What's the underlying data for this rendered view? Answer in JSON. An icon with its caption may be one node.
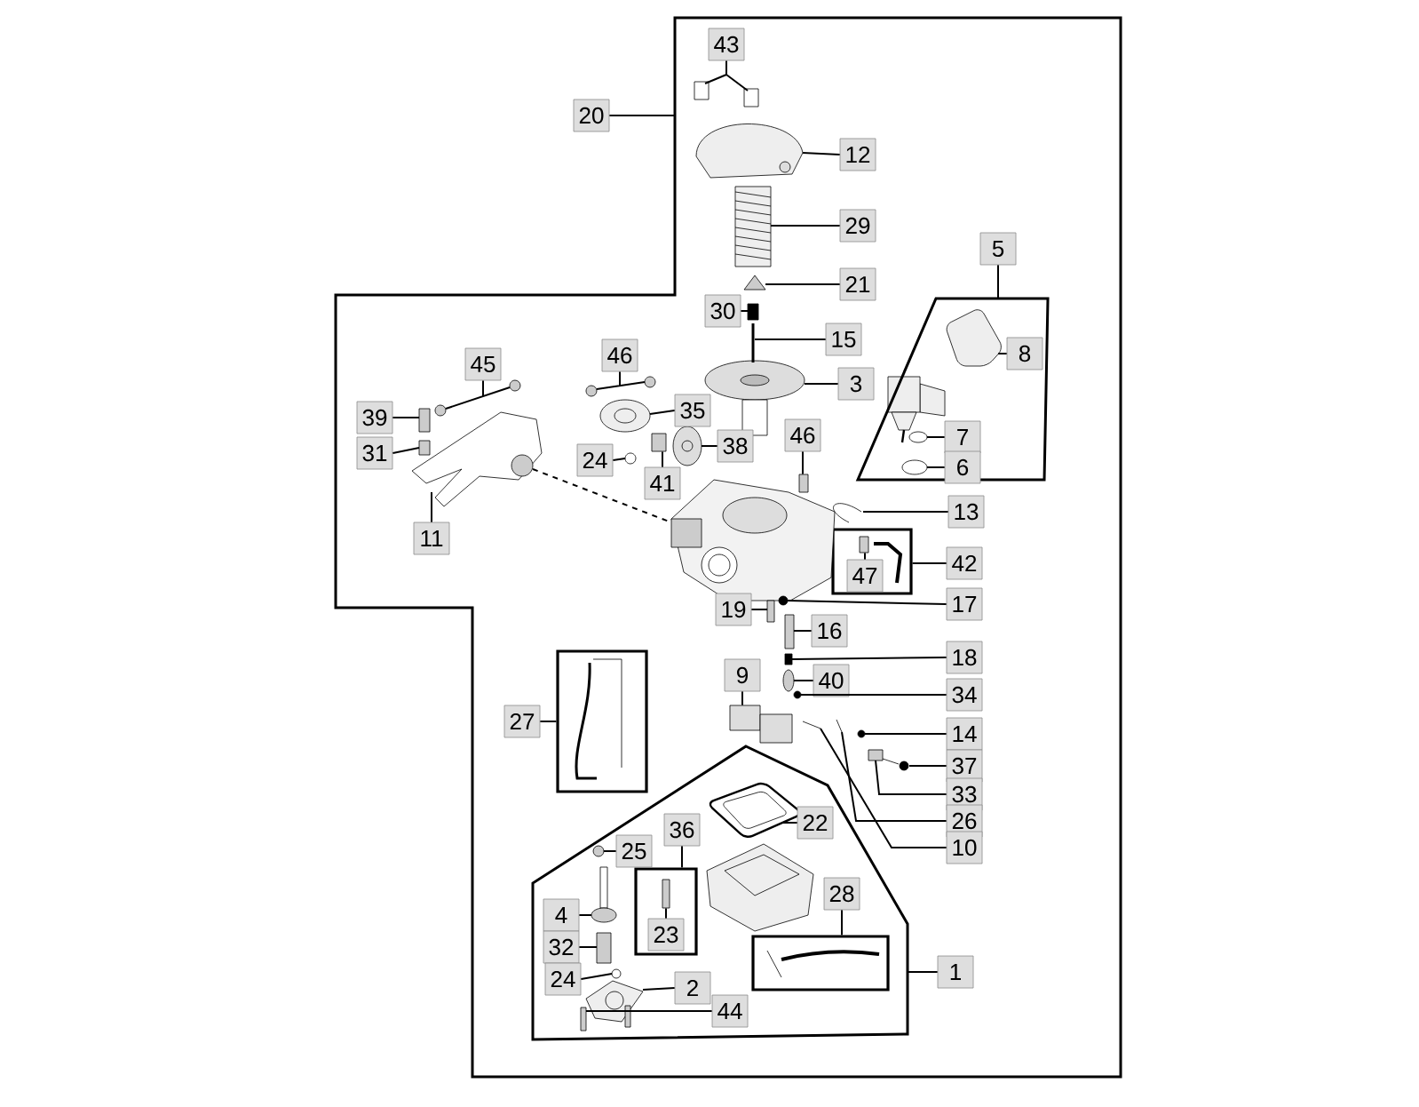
{
  "diagram": {
    "nodes": [
      {
        "text": [],
        "shape": "polygon"
      },
      {
        "text": [
          "20"
        ]
      },
      {
        "text": [
          "43"
        ],
        "in": 0
      },
      {
        "text": [
          "12"
        ],
        "in": 0
      },
      {
        "text": [
          "29"
        ],
        "in": 0
      },
      {
        "text": [
          "5"
        ],
        "in": 0
      },
      {
        "text": [],
        "shape": "polygon",
        "in": 0
      },
      {
        "text": [
          "21"
        ],
        "in": 0
      },
      {
        "text": [
          "30"
        ],
        "in": 0
      },
      {
        "text": [
          "15"
        ],
        "in": 0
      },
      {
        "text": [
          "8"
        ],
        "in": 6
      },
      {
        "text": [
          "45"
        ],
        "in": 0
      },
      {
        "text": [
          "46"
        ],
        "in": 0
      },
      {
        "text": [
          "3"
        ],
        "in": 0
      },
      {
        "text": [
          "39"
        ],
        "in": 0
      },
      {
        "text": [
          "35"
        ],
        "in": 0
      },
      {
        "text": [
          "7"
        ],
        "in": 6
      },
      {
        "text": [
          "31"
        ],
        "in": 0
      },
      {
        "text": [
          "38"
        ],
        "in": 0
      },
      {
        "text": [
          "24"
        ],
        "in": 0
      },
      {
        "text": [
          "46"
        ],
        "in": 0
      },
      {
        "text": [
          "6"
        ],
        "in": 6
      },
      {
        "text": [
          "41"
        ],
        "in": 0
      },
      {
        "text": [
          "13"
        ],
        "in": 0
      },
      {
        "text": [
          "11"
        ],
        "in": 0
      },
      {
        "text": [],
        "shape": "box",
        "in": 0
      },
      {
        "text": [
          "47"
        ],
        "in": 25
      },
      {
        "text": [
          "42"
        ],
        "in": 0
      },
      {
        "text": [
          "19"
        ],
        "in": 0
      },
      {
        "text": [
          "17"
        ],
        "in": 0
      },
      {
        "text": [
          "16"
        ],
        "in": 0
      },
      {
        "text": [],
        "shape": "box",
        "in": 0
      },
      {
        "text": [
          "18"
        ],
        "in": 0
      },
      {
        "text": [
          "9"
        ],
        "in": 0
      },
      {
        "text": [
          "40"
        ],
        "in": 0
      },
      {
        "text": [
          "27"
        ],
        "in": 0
      },
      {
        "text": [
          "34"
        ],
        "in": 0
      },
      {
        "text": [
          "14"
        ],
        "in": 0
      },
      {
        "text": [
          "37"
        ],
        "in": 0
      },
      {
        "text": [
          "33"
        ],
        "in": 0
      },
      {
        "text": [
          "26"
        ],
        "in": 0
      },
      {
        "text": [
          "10"
        ],
        "in": 0
      },
      {
        "text": [],
        "shape": "polygon",
        "in": 0
      },
      {
        "text": [
          "22"
        ],
        "in": 42
      },
      {
        "text": [
          "36"
        ],
        "in": 42
      },
      {
        "text": [],
        "shape": "box",
        "in": 42
      },
      {
        "text": [
          "23"
        ],
        "in": 45
      },
      {
        "text": [
          "25"
        ],
        "in": 42
      },
      {
        "text": [
          "28"
        ],
        "in": 42
      },
      {
        "text": [],
        "shape": "box",
        "in": 42
      },
      {
        "text": [
          "4"
        ],
        "in": 42
      },
      {
        "text": [
          "32"
        ],
        "in": 42
      },
      {
        "text": [
          "1"
        ],
        "in": 0
      },
      {
        "text": [
          "24"
        ],
        "in": 42
      },
      {
        "text": [
          "2"
        ],
        "in": 42
      },
      {
        "text": [
          "44"
        ],
        "in": 42
      },
      {
        "text": [],
        "shape": "box",
        "in": 0
      },
      {
        "text": [],
        "shape": "box",
        "in": 0
      },
      {
        "text": [],
        "shape": "picture",
        "in": 0
      },
      {
        "text": [],
        "shape": "picture",
        "in": 0
      },
      {
        "text": [],
        "shape": "picture",
        "in": 0
      },
      {
        "text": [],
        "shape": "box",
        "in": 0
      },
      {
        "text": [],
        "shape": "picture",
        "in": 0
      },
      {
        "text": [],
        "shape": "picture",
        "in": 6
      },
      {
        "text": [],
        "shape": "circle",
        "in": 0
      },
      {
        "text": [],
        "shape": "circle",
        "in": 0
      },
      {
        "text": [],
        "shape": "circle",
        "in": 0
      },
      {
        "text": [],
        "shape": "circle",
        "in": 0
      },
      {
        "text": [],
        "shape": "picture",
        "in": 0
      },
      {
        "text": [],
        "shape": "box",
        "in": 0
      },
      {
        "text": [],
        "shape": "picture",
        "in": 0
      },
      {
        "text": [],
        "shape": "circle",
        "in": 6
      },
      {
        "text": [],
        "shape": "box",
        "in": 0
      },
      {
        "text": [],
        "shape": "picture",
        "in": 0
      },
      {
        "text": [],
        "shape": "circle",
        "in": 0
      },
      {
        "text": [],
        "shape": "box",
        "in": 0
      },
      {
        "text": [],
        "shape": "circle",
        "in": 6
      },
      {
        "text": [],
        "shape": "box",
        "in": 0
      },
      {
        "text": [],
        "shape": "picture",
        "in": 0
      },
      {
        "text": [],
        "shape": "picture",
        "in": 0
      },
      {
        "text": [],
        "shape": "box",
        "in": 25
      },
      {
        "text": [],
        "shape": "box",
        "in": 0
      },
      {
        "text": [],
        "shape": "circle",
        "in": 0
      },
      {
        "text": [],
        "shape": "box",
        "in": 0
      },
      {
        "text": [],
        "shape": "box",
        "in": 0
      },
      {
        "text": [],
        "shape": "picture",
        "in": 0
      },
      {
        "text": [],
        "shape": "circle",
        "in": 0
      },
      {
        "text": [],
        "shape": "circle",
        "in": 0
      },
      {
        "text": [],
        "shape": "circle",
        "in": 0
      },
      {
        "text": [],
        "shape": "picture",
        "in": 0
      },
      {
        "text": [],
        "shape": "box",
        "in": 0
      },
      {
        "text": [],
        "shape": "picture",
        "in": 0
      },
      {
        "text": [],
        "shape": "picture",
        "in": 42
      },
      {
        "text": [],
        "shape": "picture",
        "in": 0
      },
      {
        "text": [],
        "shape": "box",
        "in": 45
      },
      {
        "text": [],
        "shape": "circle",
        "in": 42
      },
      {
        "text": [],
        "shape": "picture",
        "in": 42
      },
      {
        "text": [],
        "shape": "box",
        "in": 42
      },
      {
        "text": [],
        "shape": "circle",
        "in": 42
      },
      {
        "text": [],
        "shape": "picture",
        "in": 42
      },
      {
        "text": [],
        "shape": "box",
        "in": 42
      },
      {
        "text": [],
        "shape": "box",
        "in": 42
      },
      {
        "text": [],
        "shape": "picture",
        "in": 0
      }
    ],
    "edges": [
      {
        "from": 1,
        "to": 0,
        "arrow": "none"
      },
      {
        "from": 2,
        "to": 56,
        "arrow": "none"
      },
      {
        "from": 2,
        "to": 57,
        "arrow": "none"
      },
      {
        "from": 3,
        "to": 58,
        "arrow": "none"
      },
      {
        "from": 4,
        "to": 59,
        "arrow": "none"
      },
      {
        "from": 5,
        "to": 6,
        "arrow": "none"
      },
      {
        "from": 7,
        "to": 60,
        "arrow": "none"
      },
      {
        "from": 8,
        "to": 61,
        "arrow": "none"
      },
      {
        "from": 9,
        "to": 62,
        "arrow": "none"
      },
      {
        "from": 10,
        "to": 63,
        "arrow": "none"
      },
      {
        "from": 11,
        "to": 64,
        "arrow": "none"
      },
      {
        "from": 11,
        "to": 65,
        "arrow": "none"
      },
      {
        "from": 12,
        "to": 66,
        "arrow": "none"
      },
      {
        "from": 12,
        "to": 67,
        "arrow": "none"
      },
      {
        "from": 13,
        "to": 68,
        "arrow": "none"
      },
      {
        "from": 14,
        "to": 69,
        "arrow": "none"
      },
      {
        "from": 15,
        "to": 70,
        "arrow": "none"
      },
      {
        "from": 16,
        "to": 71,
        "arrow": "none"
      },
      {
        "from": 17,
        "to": 72,
        "arrow": "none"
      },
      {
        "from": 18,
        "to": 73,
        "arrow": "none"
      },
      {
        "from": 19,
        "to": 74,
        "arrow": "none"
      },
      {
        "from": 20,
        "to": 75,
        "arrow": "none"
      },
      {
        "from": 21,
        "to": 76,
        "arrow": "none"
      },
      {
        "from": 22,
        "to": 77,
        "arrow": "none"
      },
      {
        "from": 23,
        "to": 78,
        "arrow": "none"
      },
      {
        "from": 24,
        "to": 79,
        "arrow": "none"
      },
      {
        "from": 26,
        "to": 80,
        "arrow": "none"
      },
      {
        "from": 27,
        "to": 25,
        "arrow": "none"
      },
      {
        "from": 28,
        "to": 81,
        "arrow": "none"
      },
      {
        "from": 29,
        "to": 82,
        "arrow": "none"
      },
      {
        "from": 30,
        "to": 83,
        "arrow": "none"
      },
      {
        "from": 32,
        "to": 84,
        "arrow": "none"
      },
      {
        "from": 33,
        "to": 85,
        "arrow": "none"
      },
      {
        "from": 34,
        "to": 86,
        "arrow": "none"
      },
      {
        "from": 35,
        "to": 31,
        "arrow": "none"
      },
      {
        "from": 36,
        "to": 87,
        "arrow": "none"
      },
      {
        "from": 37,
        "to": 88,
        "arrow": "none"
      },
      {
        "from": 38,
        "to": 89,
        "arrow": "none"
      },
      {
        "from": 39,
        "to": 90,
        "arrow": "none"
      },
      {
        "from": 40,
        "to": 91,
        "arrow": "none"
      },
      {
        "from": 41,
        "to": 93,
        "arrow": "none"
      },
      {
        "from": 43,
        "to": 92,
        "arrow": "none"
      },
      {
        "from": 44,
        "to": 45,
        "arrow": "none"
      },
      {
        "from": 46,
        "to": 94,
        "arrow": "none"
      },
      {
        "from": 47,
        "to": 95,
        "arrow": "none"
      },
      {
        "from": 48,
        "to": 49,
        "arrow": "none"
      },
      {
        "from": 50,
        "to": 96,
        "arrow": "none"
      },
      {
        "from": 51,
        "to": 97,
        "arrow": "none"
      },
      {
        "from": 52,
        "to": 42,
        "arrow": "none"
      },
      {
        "from": 53,
        "to": 98,
        "arrow": "none"
      },
      {
        "from": 54,
        "to": 99,
        "arrow": "none"
      },
      {
        "from": 55,
        "to": 100,
        "arrow": "none"
      },
      {
        "from": 55,
        "to": 101,
        "arrow": "none"
      },
      {
        "from": 79,
        "to": 102,
        "arrow": "none",
        "style": "dashed"
      }
    ]
  }
}
